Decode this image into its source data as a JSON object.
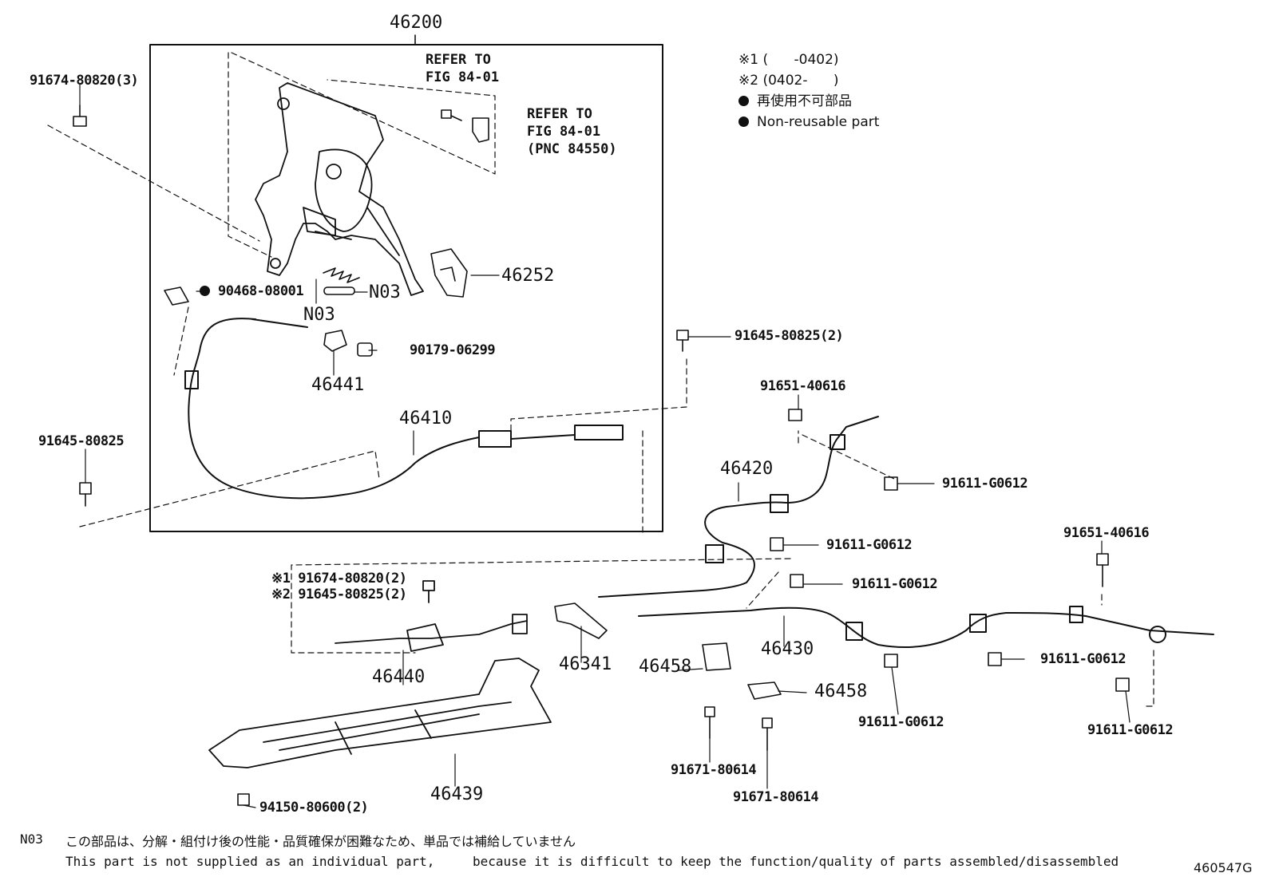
{
  "labels": {
    "p46200": "46200",
    "p91674_80820_3": "91674-80820(3)",
    "refer1_l1": "REFER TO",
    "refer1_l2": "FIG 84-01",
    "refer2_l1": "REFER TO",
    "refer2_l2": "FIG 84-01",
    "refer2_l3": "(PNC 84550)",
    "p46252": "46252",
    "p90468": "90468-08001",
    "n03_a": "N03",
    "n03_b": "N03",
    "p90179": "90179-06299",
    "p46441": "46441",
    "p91645_80825_2": "91645-80825(2)",
    "p91645_80825": "91645-80825",
    "p46410": "46410",
    "p91651_a": "91651-40616",
    "p91611_1": "91611-G0612",
    "p46420": "46420",
    "p91611_2": "91611-G0612",
    "p91611_3": "91611-G0612",
    "p91651_b": "91651-40616",
    "x1_part": "※1 91674-80820(2)",
    "x2_part": "※2 91645-80825(2)",
    "p46440": "46440",
    "p46341": "46341",
    "p46458_a": "46458",
    "p46458_b": "46458",
    "p46430": "46430",
    "p91611_4": "91611-G0612",
    "p91611_5": "91611-G0612",
    "p91611_6": "91611-G0612",
    "p46439": "46439",
    "p91671_a": "91671-80614",
    "p91671_b": "91671-80614",
    "p94150": "94150-80600(2)"
  },
  "legend": {
    "x1": "※1 (      -0402)",
    "x2": "※2 (0402-      )",
    "jp": "再使用不可部品",
    "en": "Non-reusable part"
  },
  "footnote": {
    "code": "N03",
    "jp": "この部品は、分解・組付け後の性能・品質確保が困難なため、単品では補給していません",
    "en1": "This part is not supplied as an individual part,",
    "en2": "because it is difficult to keep the function/quality of parts assembled/disassembled",
    "fig": "460547G"
  }
}
